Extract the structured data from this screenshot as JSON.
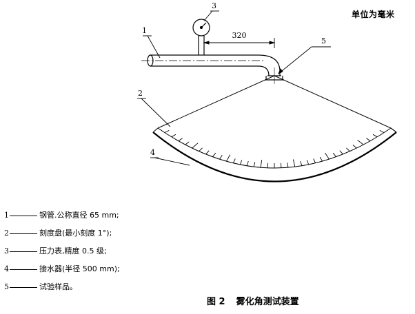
{
  "unit_note": "单位为毫米",
  "dimension": "320",
  "callouts": [
    "1",
    "2",
    "3",
    "4",
    "5"
  ],
  "legend": [
    {
      "num": "1",
      "text": "钢管.公称直径 65 mm;"
    },
    {
      "num": "2",
      "text": "刻度盘(最小刻度 1°);"
    },
    {
      "num": "3",
      "text": "压力表,精度 0.5 级;"
    },
    {
      "num": "4",
      "text": "接水器(半径 500 mm);"
    },
    {
      "num": "5",
      "text": "试验样品。"
    }
  ],
  "caption": {
    "figure_no": "图 2",
    "title": "雾化角测试装置"
  }
}
